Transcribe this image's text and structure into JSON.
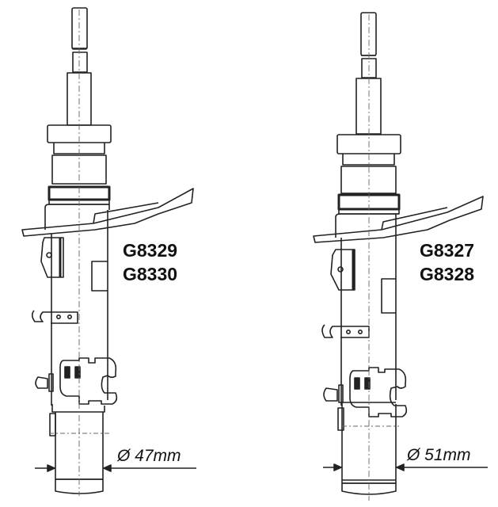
{
  "diagram": {
    "type": "technical-drawing",
    "subject": "Shock absorber / suspension strut side views",
    "colors": {
      "line": "#222222",
      "background": "#ffffff",
      "centerline": "#555555"
    },
    "struts": [
      {
        "id": "left",
        "part_numbers": [
          "G8329",
          "G8330"
        ],
        "diameter_label": "Ø 47mm"
      },
      {
        "id": "right",
        "part_numbers": [
          "G8327",
          "G8328"
        ],
        "diameter_label": "Ø 51mm"
      }
    ]
  }
}
